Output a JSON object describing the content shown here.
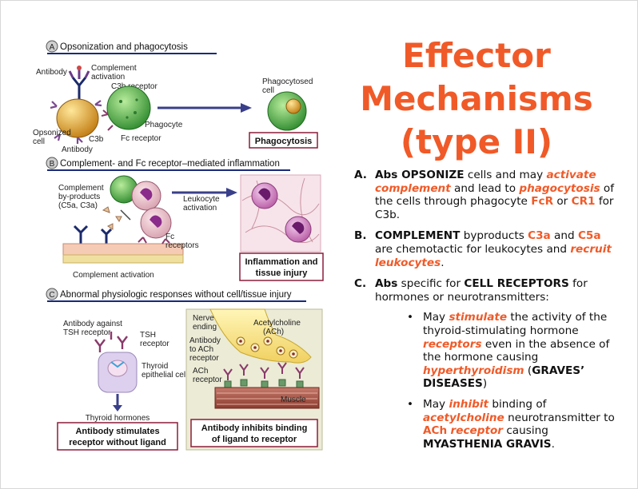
{
  "title": {
    "line1": "Effector",
    "line2": "Mechanisms",
    "line3": "(type II)"
  },
  "figure": {
    "panel_a": {
      "letter": "A",
      "heading": "Opsonization and phagocytosis",
      "labels": {
        "antibody": "Antibody",
        "complement1": "Complement",
        "complement2": "activation",
        "c3b_receptor": "C3b receptor",
        "phagocytosed1": "Phagocytosed",
        "phagocytosed2": "cell",
        "phagocyte": "Phagocyte",
        "opsonized1": "Opsonized",
        "opsonized2": "cell",
        "c3b": "C3b",
        "fc_receptor": "Fc receptor",
        "antibody2": "Antibody"
      },
      "box": "Phagocytosis"
    },
    "panel_b": {
      "letter": "B",
      "heading": "Complement- and Fc receptor–mediated inflammation",
      "labels": {
        "byproducts1": "Complement",
        "byproducts2": "by-products",
        "byproducts3": "(C5a, C3a)",
        "leukocyte1": "Leukocyte",
        "leukocyte2": "activation",
        "fc1": "Fc",
        "fc2": "receptors",
        "complement_activation": "Complement activation"
      },
      "box1": "Inflammation and",
      "box2": "tissue injury"
    },
    "panel_c": {
      "letter": "C",
      "heading": "Abnormal physiologic responses without cell/tissue injury",
      "labels": {
        "tsh_ab1": "Antibody against",
        "tsh_ab2": "TSH receptor",
        "tsh1": "TSH",
        "tsh2": "receptor",
        "thyroid1": "Thyroid",
        "thyroid2": "epithelial cell",
        "hormones": "Thyroid hormones",
        "nerve1": "Nerve",
        "nerve2": "ending",
        "ach1": "Acetylcholine",
        "ach2": "(ACh)",
        "ach_ab1": "Antibody",
        "ach_ab2": "to ACh",
        "ach_ab3": "receptor",
        "achr1": "ACh",
        "achr2": "receptor",
        "muscle": "Muscle"
      },
      "box1_line1": "Antibody stimulates",
      "box1_line2": "receptor without ligand",
      "box2_line1": "Antibody inhibits binding",
      "box2_line2": "of ligand to receptor"
    }
  },
  "bullets": {
    "a": {
      "marker": "A.",
      "t1": "Abs ",
      "t2": "OPSONIZE",
      "t3": " cells and may ",
      "t4": "activate complement",
      "t5": " and lead to ",
      "t6": "phagocytosis",
      "t7": " of the cells through phagocyte ",
      "t8": "FcR",
      "t9": " or ",
      "t10": "CR1",
      "t11": " for C3b."
    },
    "b": {
      "marker": "B.",
      "t1": "COMPLEMENT",
      "t2": " byproducts ",
      "t3": "C3a",
      "t4": " and ",
      "t5": "C5a",
      "t6": " are chemotactic for leukocytes and ",
      "t7": "recruit leukocytes",
      "t8": "."
    },
    "c": {
      "marker": "C.",
      "t1": "Abs",
      "t2": " specific for ",
      "t3": "CELL RECEPTORS",
      "t4": " for hormones or neurotransmitters:",
      "s1": {
        "bullet": "•",
        "t1": "May ",
        "t2": "stimulate",
        "t3": " the activity of the thyroid-stimulating hormone ",
        "t4": "receptors",
        "t5": " even in the absence of the hormone causing ",
        "t6": "hyperthyroidism",
        "t7": " (",
        "t8": "GRAVES’ DISEASES",
        "t9": ")"
      },
      "s2": {
        "bullet": "•",
        "t1": "May ",
        "t2": "inhibit",
        "t3": " binding of ",
        "t4": "acetylcholine",
        "t5": " neurotransmitter to ",
        "t6": "ACh",
        "t7": " ",
        "t8": "receptor",
        "t9": " causing ",
        "t10": "MYASTHENIA GRAVIS",
        "t11": "."
      }
    }
  },
  "colors": {
    "accent": "#f05a28",
    "heading_bar": "#1a2a7a",
    "box_border": "#8b1d3a",
    "phagocyte": "#4caf50",
    "opsonized_cell": "#e0a020"
  }
}
